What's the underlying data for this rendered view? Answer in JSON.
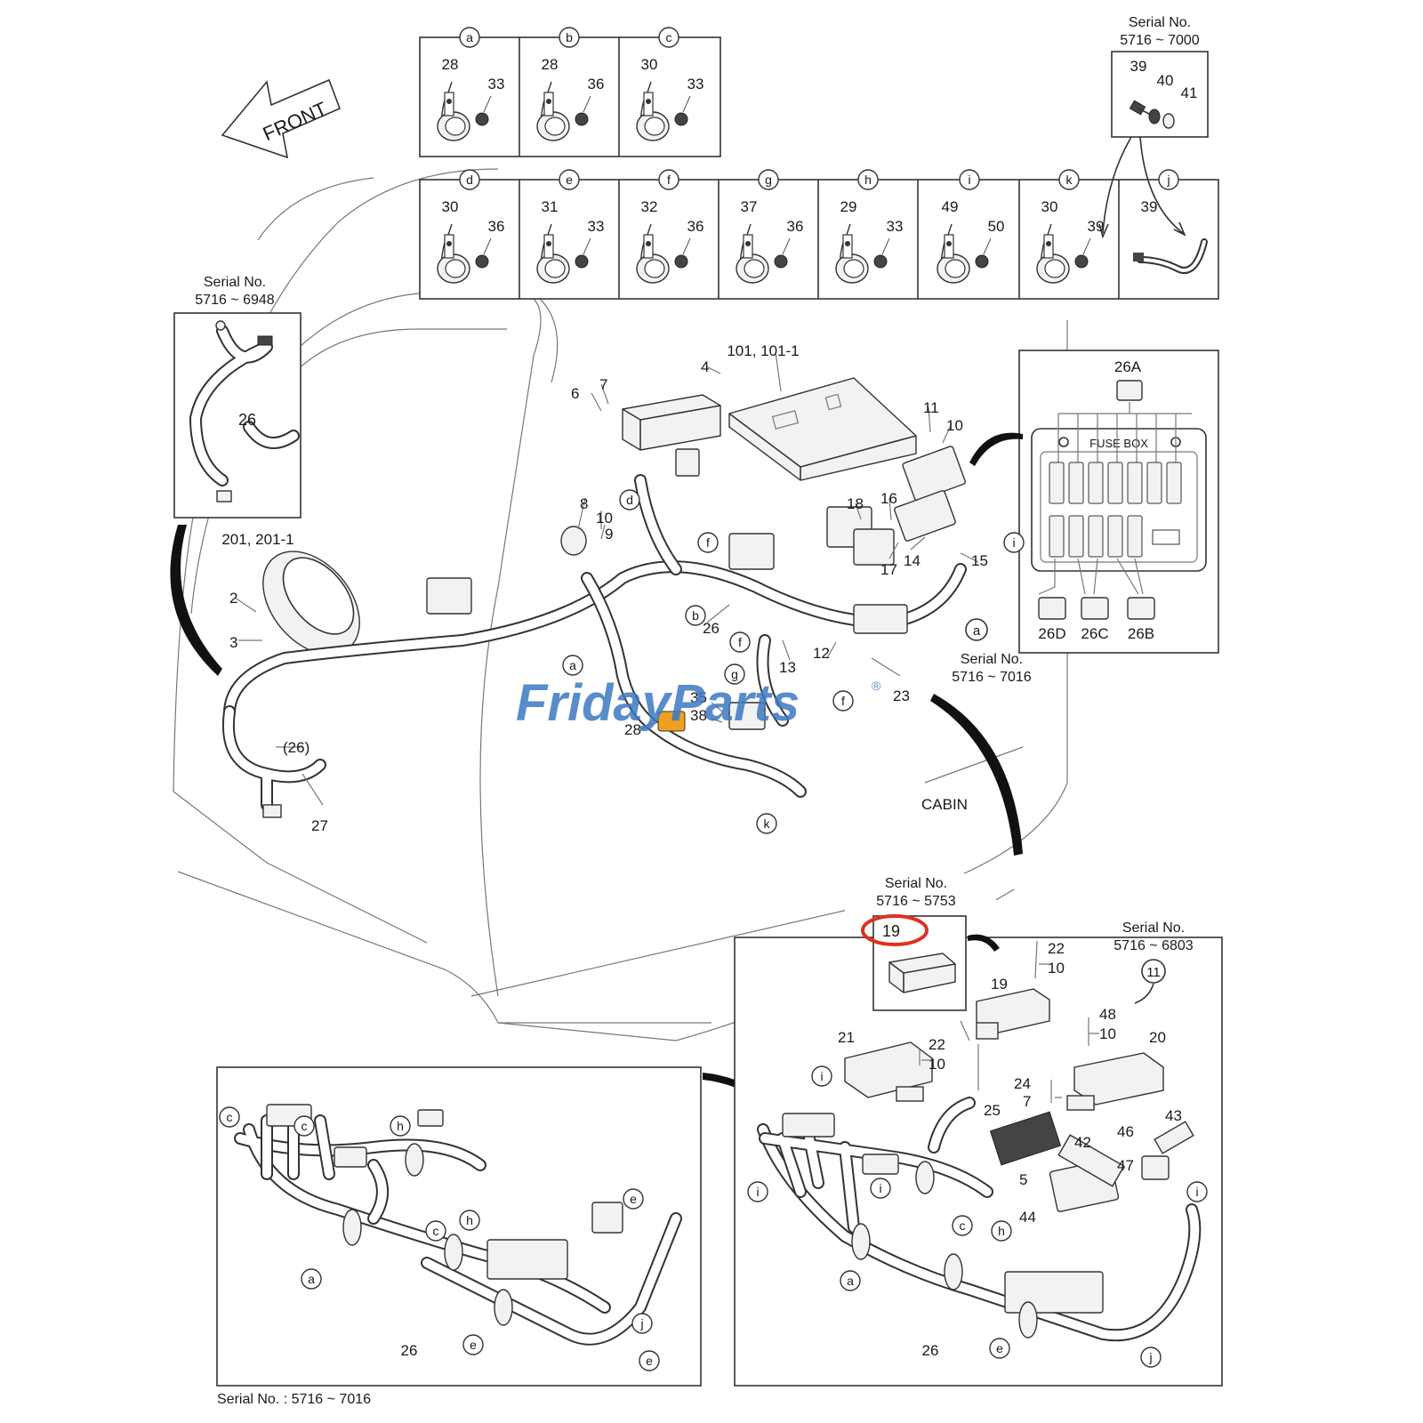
{
  "front_label": "FRONT",
  "cabin_label": "CABIN",
  "watermark": {
    "text": "FridayParts",
    "reg": "®",
    "color": "#3b78c3",
    "accent": "#f0a020"
  },
  "highlight_color": "#e0301e",
  "detail_top": {
    "serial_top": "Serial No.",
    "serial_range": "5716 ~ 7000",
    "items": [
      "39",
      "40",
      "41"
    ]
  },
  "clamp_row1": [
    {
      "letter": "a",
      "clamp": "28",
      "bolt": "33"
    },
    {
      "letter": "b",
      "clamp": "28",
      "bolt": "36"
    },
    {
      "letter": "c",
      "clamp": "30",
      "bolt": "33"
    }
  ],
  "clamp_row2": [
    {
      "letter": "d",
      "clamp": "30",
      "bolt": "36"
    },
    {
      "letter": "e",
      "clamp": "31",
      "bolt": "33"
    },
    {
      "letter": "f",
      "clamp": "32",
      "bolt": "36"
    },
    {
      "letter": "g",
      "clamp": "37",
      "bolt": "36"
    },
    {
      "letter": "h",
      "clamp": "29",
      "bolt": "33"
    },
    {
      "letter": "i",
      "clamp": "49",
      "bolt": "50"
    },
    {
      "letter": "k",
      "clamp": "30",
      "bolt": "39"
    },
    {
      "letter": "j",
      "clamp": "39",
      "bolt": ""
    }
  ],
  "detail_left": {
    "serial_top": "Serial No.",
    "serial_range": "5716 ~ 6948",
    "part": "26"
  },
  "fuse_box": {
    "top": "26A",
    "label": "FUSE BOX",
    "bottom": [
      "26D",
      "26C",
      "26B"
    ],
    "serial_top": "Serial No.",
    "serial_range": "5716 ~ 7016",
    "ref": "a"
  },
  "main_labels": {
    "meter": "201, 201-1",
    "controller": "101, 101-1",
    "p2": "2",
    "p3": "3",
    "p4": "4",
    "p6": "6",
    "p7": "7",
    "p8": "8",
    "p9": "9",
    "p10a": "10",
    "p10b": "10",
    "p11": "11",
    "p12": "12",
    "p13": "13",
    "p14": "14",
    "p15": "15",
    "p16": "16",
    "p17": "17",
    "p18": "18",
    "p23": "23",
    "p26": "26",
    "p26b": "(26)",
    "p27": "27",
    "p28": "28",
    "p35": "35",
    "p38": "38"
  },
  "main_refs": [
    "a",
    "b",
    "d",
    "f",
    "f",
    "g",
    "f",
    "i",
    "k"
  ],
  "detail_bl": {
    "serial": "Serial No. : 5716 ~ 7016",
    "refs": [
      "c",
      "c",
      "h",
      "a",
      "c",
      "h",
      "e",
      "e",
      "j",
      "e"
    ],
    "part": "26"
  },
  "detail_br": {
    "serial_top": "Serial No.",
    "serial_range": "5716 ~ 5753",
    "boxed": "19",
    "serial2_top": "Serial No.",
    "serial2_range": "5716 ~ 6803",
    "serial2_ref": "11",
    "labels": {
      "p19": "19",
      "p22a": "22",
      "p10a": "10",
      "p21": "21",
      "p22b": "22",
      "p10b": "10",
      "p48": "48",
      "p10c": "10",
      "p20": "20",
      "p24": "24",
      "p7": "7",
      "p25": "25",
      "p42": "42",
      "p43": "43",
      "p46": "46",
      "p47": "47",
      "p5": "5",
      "p44": "44",
      "p26": "26"
    },
    "refs": [
      "i",
      "i",
      "i",
      "a",
      "c",
      "h",
      "e",
      "i",
      "j"
    ]
  }
}
